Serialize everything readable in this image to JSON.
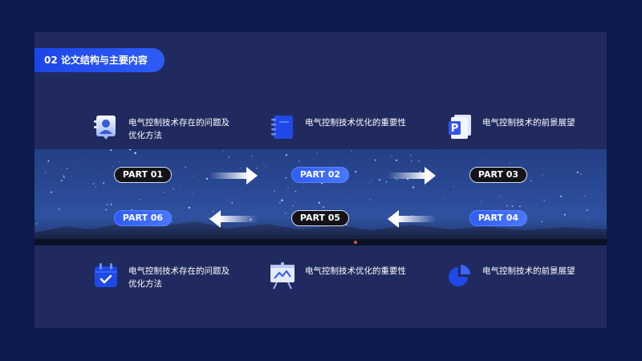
{
  "section_title": "02 论文结构与主要内容",
  "items_top": [
    {
      "text": "电气控制技术存在的问题及优化方法",
      "icon": "contact-card-icon"
    },
    {
      "text": "电气控制技术优化的重要性",
      "icon": "notebook-icon"
    },
    {
      "text": "电气控制技术的前景展望",
      "icon": "presentation-file-icon"
    }
  ],
  "items_bottom": [
    {
      "text": "电气控制技术存在的问题及优化方法",
      "icon": "calendar-check-icon"
    },
    {
      "text": "电气控制技术优化的重要性",
      "icon": "easel-chart-icon"
    },
    {
      "text": "电气控制技术的前景展望",
      "icon": "pie-chart-icon"
    }
  ],
  "parts": {
    "p1": "PART 01",
    "p2": "PART 02",
    "p3": "PART 03",
    "p4": "PART 04",
    "p5": "PART 05",
    "p6": "PART 06"
  },
  "colors": {
    "background": "#0c1a4e",
    "panel": "#202a5e",
    "accent": "#2f5cf5",
    "dark_pill": "#111318"
  }
}
